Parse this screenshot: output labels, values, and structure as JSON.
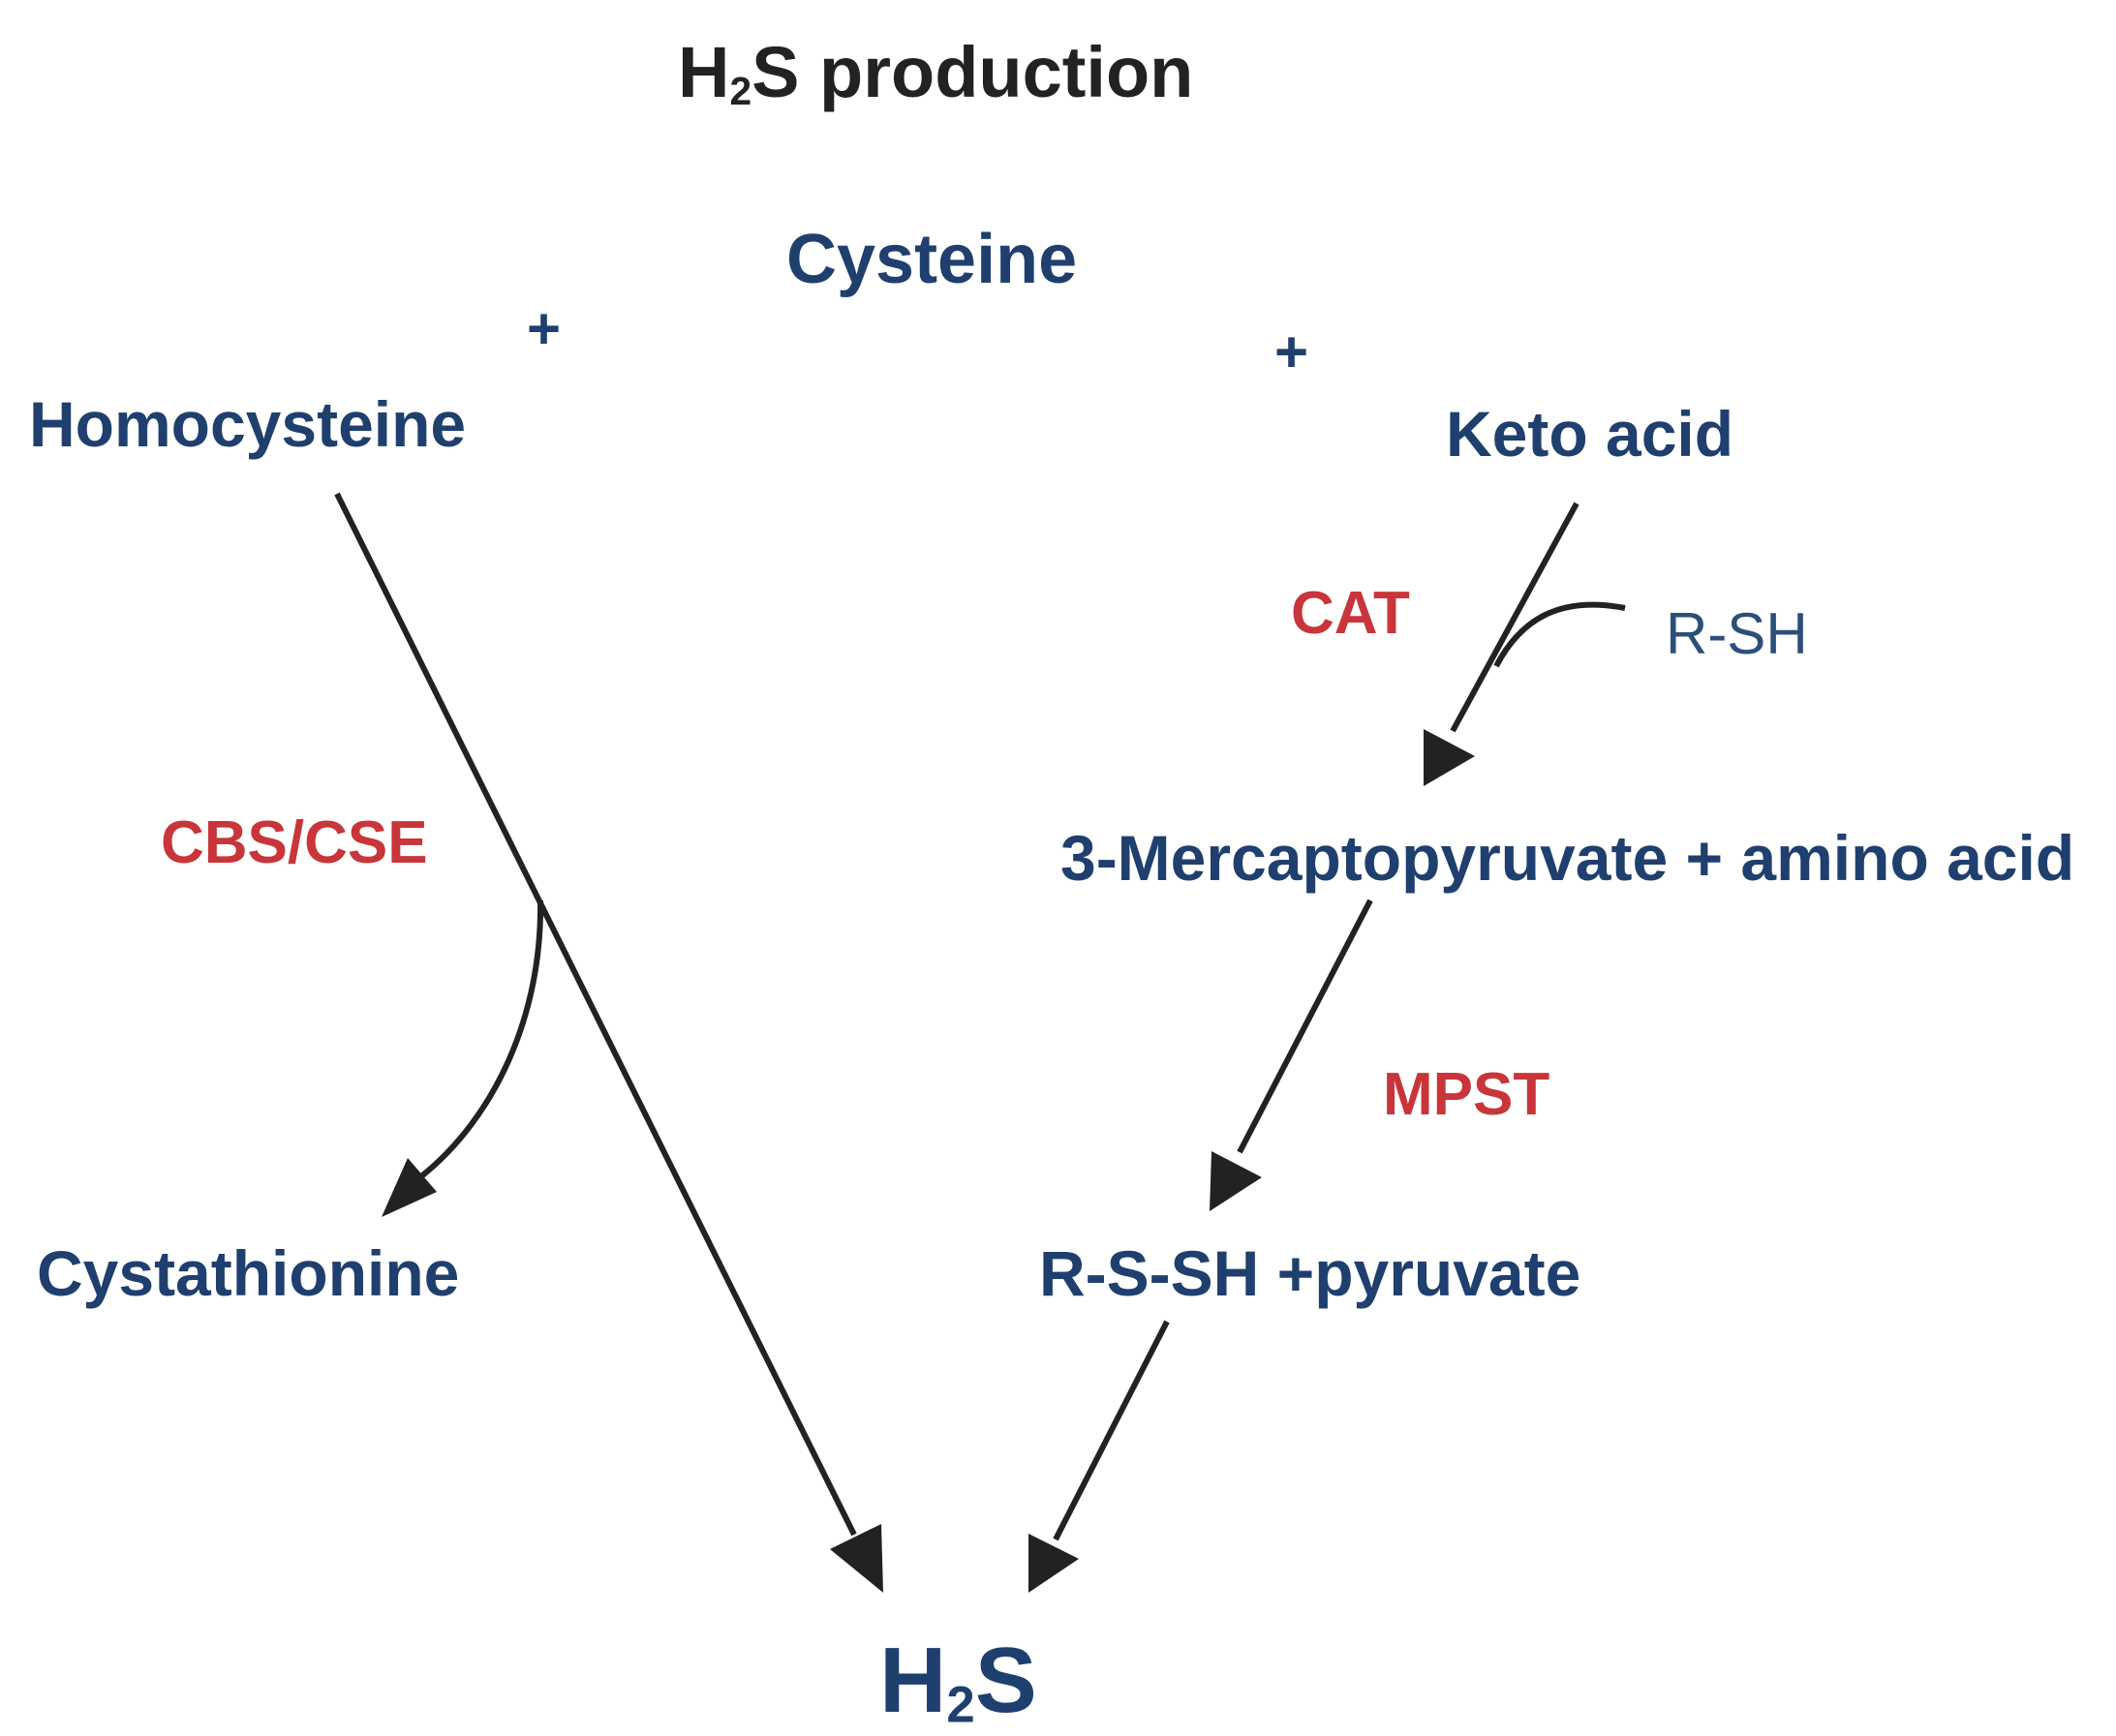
{
  "title": {
    "prefix": "H",
    "subscript": "2",
    "suffix": "S production"
  },
  "substrates": {
    "cysteine": "Cysteine",
    "homocysteine": "Homocysteine",
    "keto_acid": "Keto acid",
    "plus_left": "+",
    "plus_right": "+"
  },
  "enzymes": {
    "cbs_cse": "CBS/CSE",
    "cat": "CAT",
    "mpst": "MPST"
  },
  "intermediates": {
    "rsh": "R-SH",
    "mercaptopyruvate": "3-Mercaptopyruvate + amino acid",
    "cystathionine": "Cystathionine",
    "rssh_pyruvate": "R-S-SH +pyruvate"
  },
  "product": {
    "prefix": "H",
    "subscript": "2",
    "suffix": "S"
  },
  "colors": {
    "compound": "#1f3f6e",
    "enzyme": "#c8353a",
    "title": "#222222",
    "arrow": "#222222"
  }
}
